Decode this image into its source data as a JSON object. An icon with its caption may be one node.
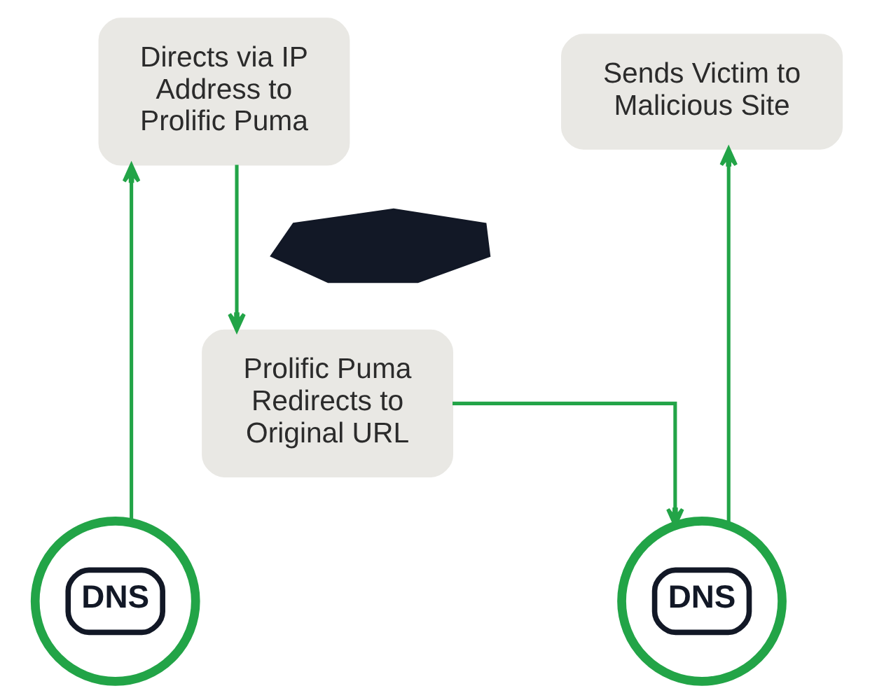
{
  "diagram": {
    "nodes": [
      {
        "text": [
          "Directs via IP Address to Prolific Puma"
        ]
      },
      {
        "text": [
          "Sends Victim to Malicious Site"
        ]
      },
      {
        "text": [],
        "shape": "picture"
      },
      {
        "text": [
          "Prolific Puma Redirects to Original URL"
        ]
      },
      {
        "text": [
          "DNS"
        ]
      },
      {
        "text": [
          "DNS"
        ]
      }
    ],
    "edges": [
      {
        "from": 4,
        "to": 0,
        "arrow": "to"
      },
      {
        "from": 0,
        "to": 3,
        "arrow": "to"
      },
      {
        "from": 3,
        "to": 5,
        "arrow": "to"
      },
      {
        "from": 5,
        "to": 1,
        "arrow": "to"
      }
    ]
  }
}
